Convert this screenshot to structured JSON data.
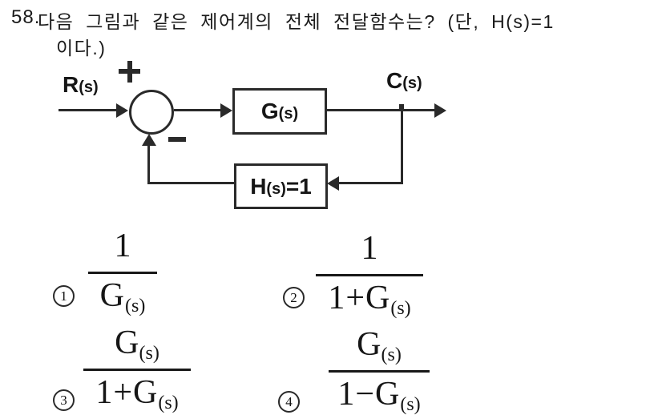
{
  "question": {
    "number": "58.",
    "line1": "다음 그림과 같은 제어계의 전체 전달함수는? (단, H(s)=1",
    "line2": "이다.)"
  },
  "diagram": {
    "input_label": {
      "main": "R",
      "sub": "(s)"
    },
    "plus_sign": "+",
    "minus_sign": "−",
    "forward_block": {
      "main": "G",
      "sub": "(s)"
    },
    "feedback_block": {
      "main": "H",
      "sub": "(s)",
      "suffix": "=1"
    },
    "output_label": {
      "main": "C",
      "sub": "(s)"
    }
  },
  "choices": [
    {
      "marker": "1",
      "numerator": {
        "pre": "1",
        "main": "",
        "sub": ""
      },
      "denominator": {
        "pre": "",
        "main": "G",
        "sub": "(s)"
      }
    },
    {
      "marker": "2",
      "numerator": {
        "pre": "1",
        "main": "",
        "sub": ""
      },
      "denominator": {
        "pre": "1+",
        "main": "G",
        "sub": "(s)"
      }
    },
    {
      "marker": "3",
      "numerator": {
        "pre": "",
        "main": "G",
        "sub": "(s)"
      },
      "denominator": {
        "pre": "1+",
        "main": "G",
        "sub": "(s)"
      }
    },
    {
      "marker": "4",
      "numerator": {
        "pre": "",
        "main": "G",
        "sub": "(s)"
      },
      "denominator": {
        "pre": "1−",
        "main": "G",
        "sub": "(s)"
      }
    }
  ],
  "colors": {
    "background": "#ffffff",
    "ink": "#1a1a1a",
    "line": "#2a2a2a"
  }
}
